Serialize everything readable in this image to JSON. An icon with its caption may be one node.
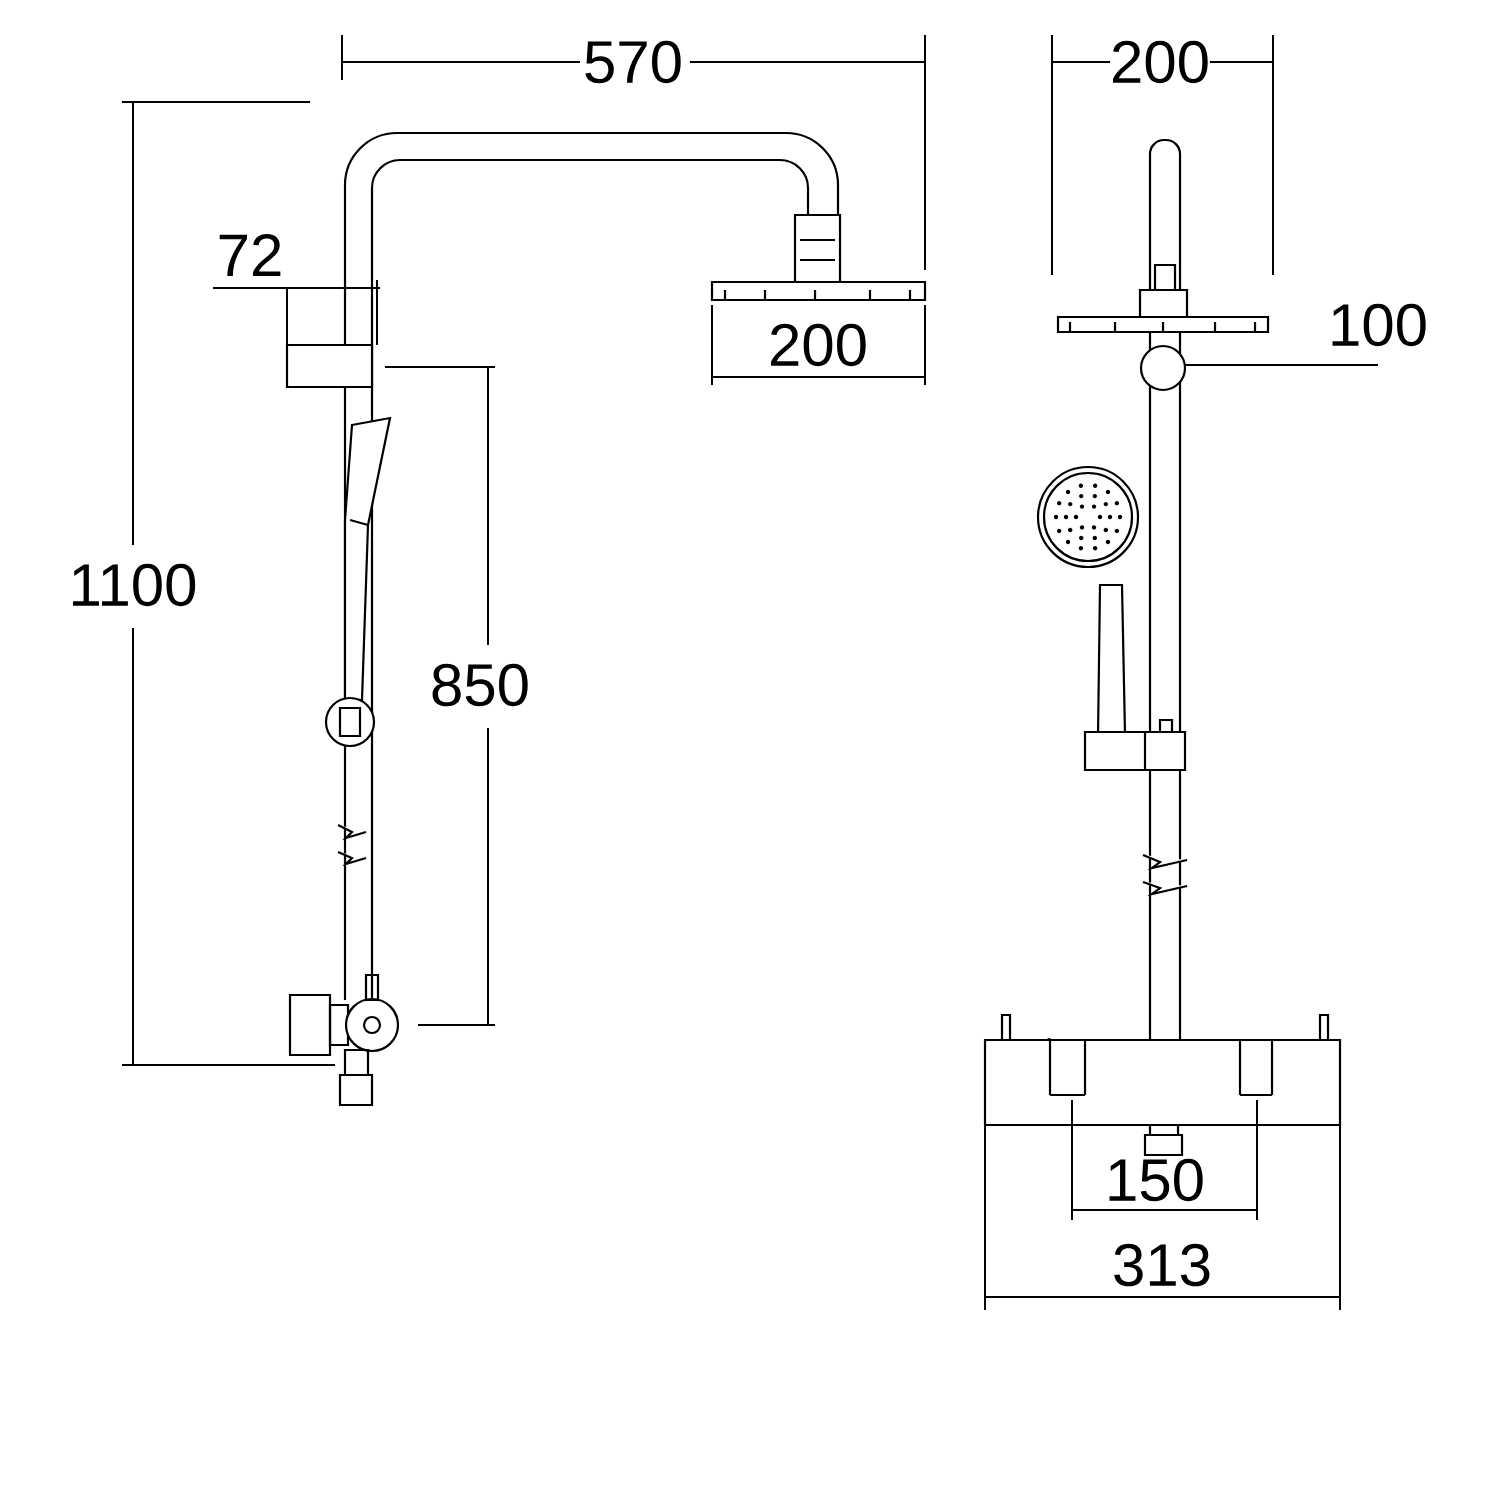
{
  "diagram": {
    "labels": [
      "570",
      "200",
      "72",
      "100",
      "200",
      "1100",
      "850",
      "150",
      "313"
    ]
  }
}
